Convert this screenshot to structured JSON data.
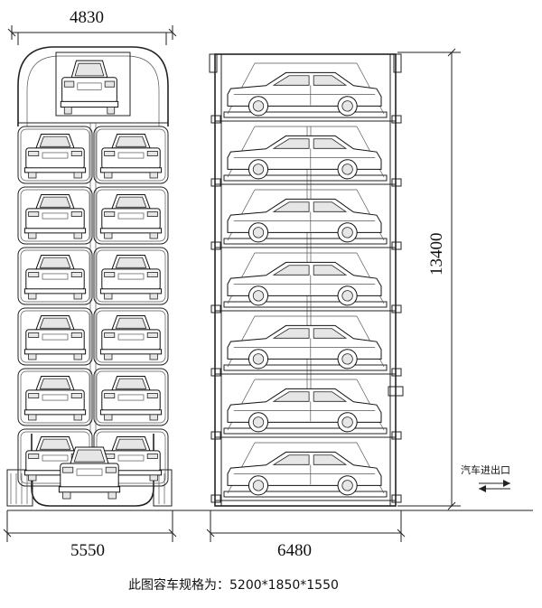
{
  "dimensions": {
    "top_width": "4830",
    "bottom_left_width": "5550",
    "bottom_right_width": "6480",
    "height": "13400"
  },
  "entry_label": "汽车进出口",
  "caption": "此图容车规格为：5200*1850*1550",
  "front_view": {
    "rows": 6,
    "cols": 2,
    "top_cars": 1,
    "bottom_cars": 1
  },
  "side_view": {
    "levels": 7
  }
}
